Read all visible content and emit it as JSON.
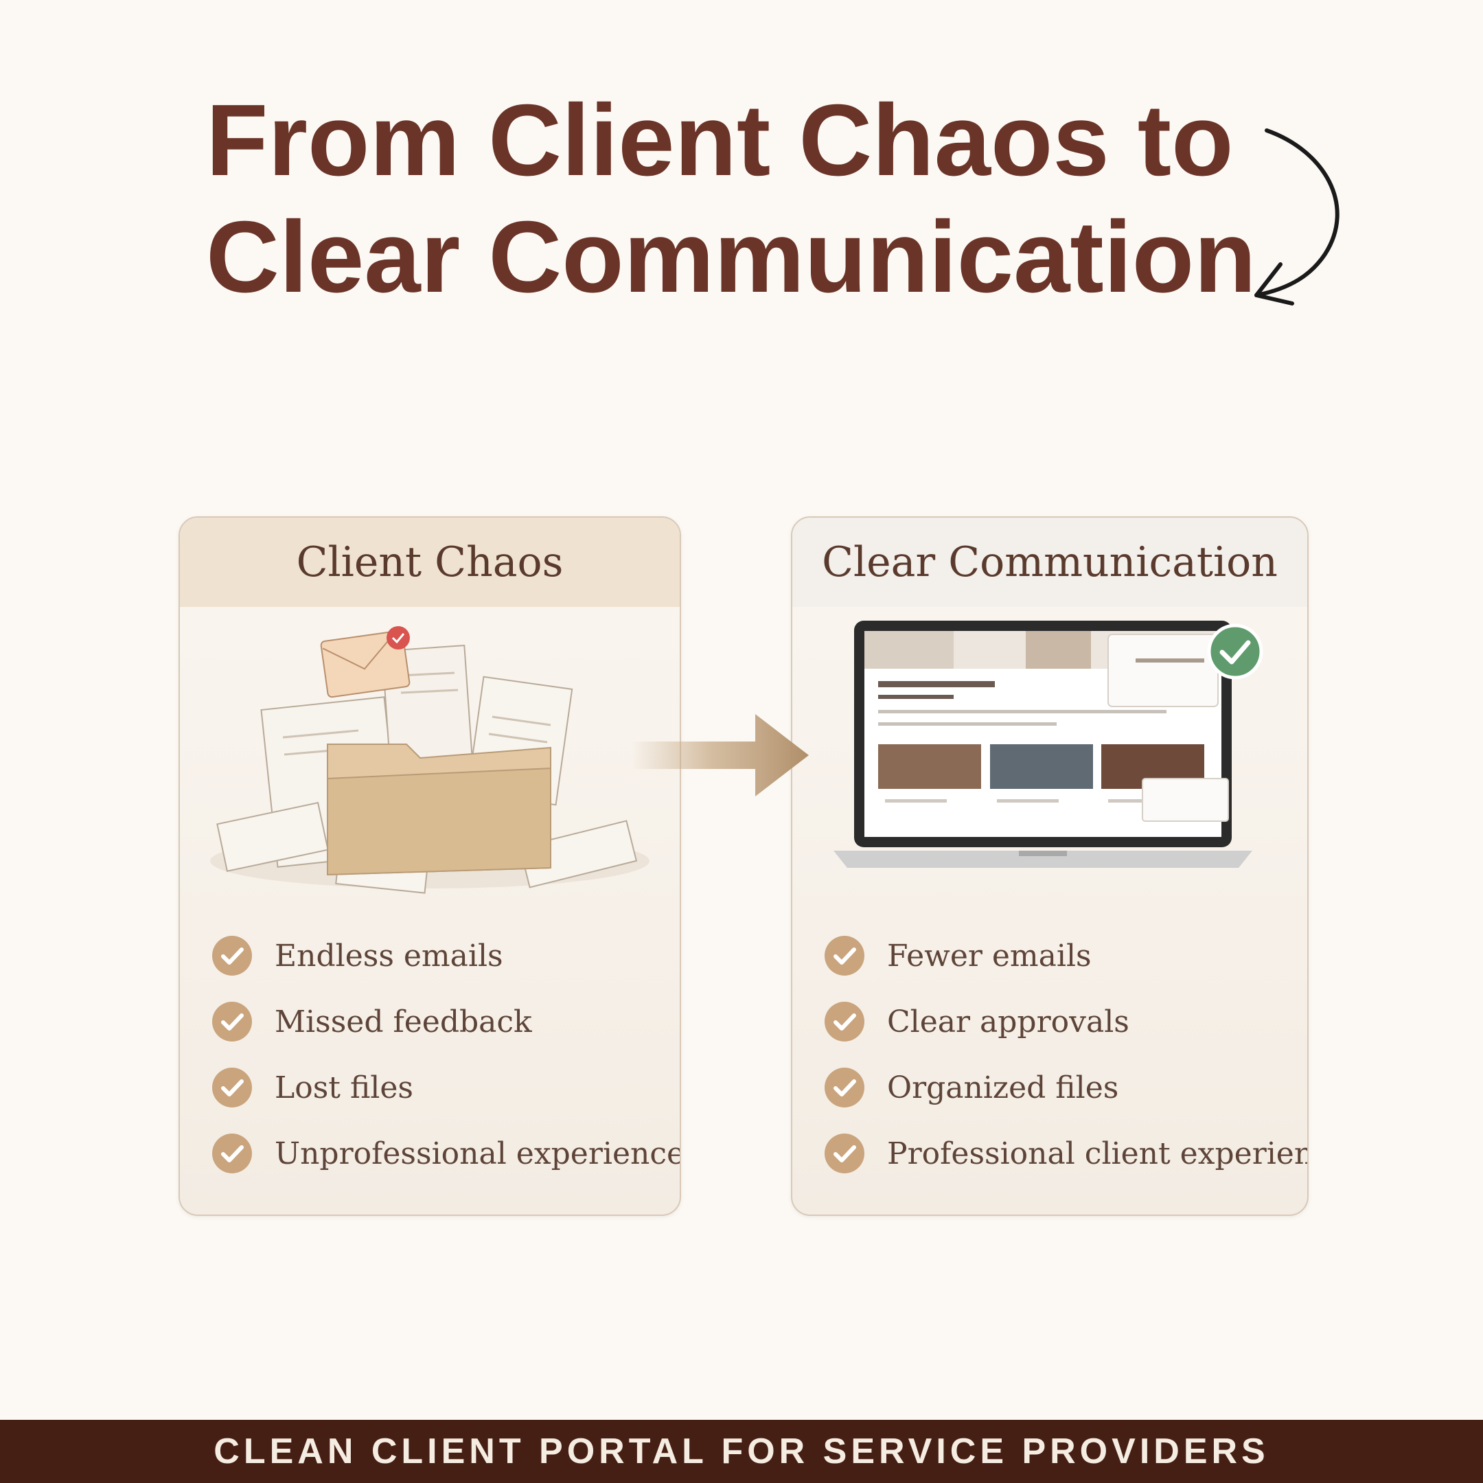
{
  "headline": {
    "line1": "From Client Chaos to",
    "line2": "Clear Communication"
  },
  "before_card": {
    "title": "Client Chaos",
    "items": [
      "Endless emails",
      "Missed feedback",
      "Lost files",
      "Unprofessional experience"
    ]
  },
  "after_card": {
    "title": "Clear Communication",
    "items": [
      "Fewer emails",
      "Clear approvals",
      "Organized files",
      "Professional client experience"
    ]
  },
  "footer": {
    "text": "CLEAN CLIENT PORTAL FOR SERVICE PROVIDERS"
  },
  "colors": {
    "headline": "#6b3428",
    "check": "#c9a47d",
    "footer_bg": "#461f14",
    "success": "#5f9b6d",
    "page_bg": "#fcf9f5"
  },
  "icons": [
    "curved-arrow-icon",
    "check-icon",
    "right-arrow-icon",
    "folder-icon",
    "envelope-icon",
    "laptop-icon",
    "success-check-icon"
  ]
}
